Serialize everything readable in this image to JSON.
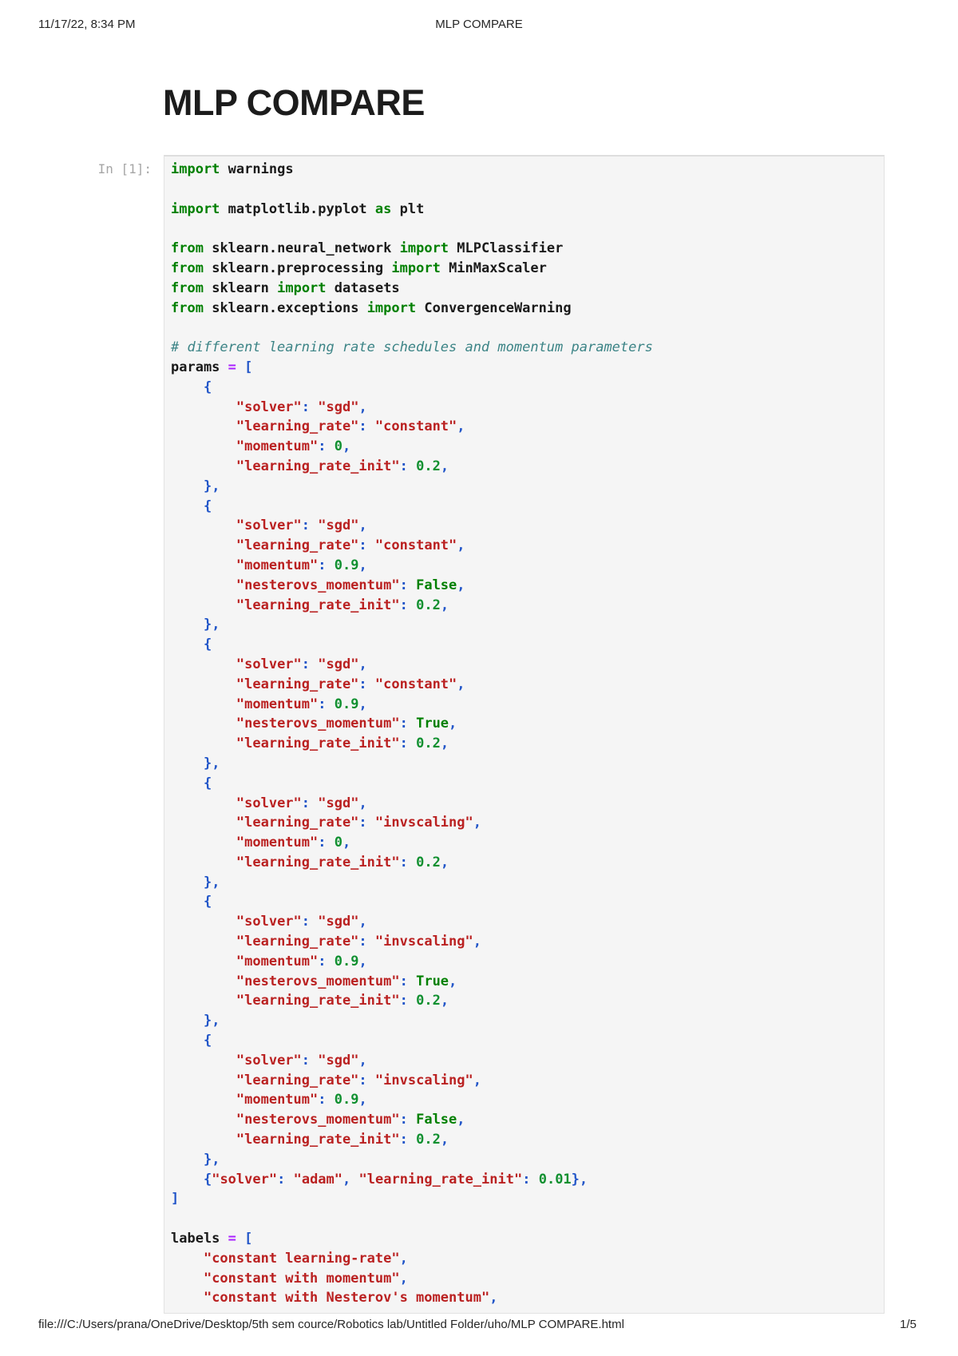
{
  "print_header": {
    "datetime": "11/17/22, 8:34 PM",
    "title": "MLP COMPARE"
  },
  "document": {
    "title": "MLP COMPARE"
  },
  "cell": {
    "prompt": "In [1]:",
    "code_lines": [
      [
        [
          "k",
          "import"
        ],
        [
          "w",
          " "
        ],
        [
          "n",
          "warnings"
        ]
      ],
      [],
      [
        [
          "k",
          "import"
        ],
        [
          "w",
          " "
        ],
        [
          "n",
          "matplotlib.pyplot"
        ],
        [
          "w",
          " "
        ],
        [
          "k",
          "as"
        ],
        [
          "w",
          " "
        ],
        [
          "n",
          "plt"
        ]
      ],
      [],
      [
        [
          "k",
          "from"
        ],
        [
          "w",
          " "
        ],
        [
          "n",
          "sklearn.neural_network"
        ],
        [
          "w",
          " "
        ],
        [
          "k",
          "import"
        ],
        [
          "w",
          " "
        ],
        [
          "n",
          "MLPClassifier"
        ]
      ],
      [
        [
          "k",
          "from"
        ],
        [
          "w",
          " "
        ],
        [
          "n",
          "sklearn.preprocessing"
        ],
        [
          "w",
          " "
        ],
        [
          "k",
          "import"
        ],
        [
          "w",
          " "
        ],
        [
          "n",
          "MinMaxScaler"
        ]
      ],
      [
        [
          "k",
          "from"
        ],
        [
          "w",
          " "
        ],
        [
          "n",
          "sklearn"
        ],
        [
          "w",
          " "
        ],
        [
          "k",
          "import"
        ],
        [
          "w",
          " "
        ],
        [
          "n",
          "datasets"
        ]
      ],
      [
        [
          "k",
          "from"
        ],
        [
          "w",
          " "
        ],
        [
          "n",
          "sklearn.exceptions"
        ],
        [
          "w",
          " "
        ],
        [
          "k",
          "import"
        ],
        [
          "w",
          " "
        ],
        [
          "n",
          "ConvergenceWarning"
        ]
      ],
      [],
      [
        [
          "c",
          "# different learning rate schedules and momentum parameters"
        ]
      ],
      [
        [
          "n",
          "params"
        ],
        [
          "w",
          " "
        ],
        [
          "o",
          "="
        ],
        [
          "w",
          " "
        ],
        [
          "p",
          "["
        ]
      ],
      [
        [
          "w",
          "    "
        ],
        [
          "p",
          "{"
        ]
      ],
      [
        [
          "w",
          "        "
        ],
        [
          "s",
          "\"solver\""
        ],
        [
          "p",
          ":"
        ],
        [
          "w",
          " "
        ],
        [
          "s",
          "\"sgd\""
        ],
        [
          "p",
          ","
        ]
      ],
      [
        [
          "w",
          "        "
        ],
        [
          "s",
          "\"learning_rate\""
        ],
        [
          "p",
          ":"
        ],
        [
          "w",
          " "
        ],
        [
          "s",
          "\"constant\""
        ],
        [
          "p",
          ","
        ]
      ],
      [
        [
          "w",
          "        "
        ],
        [
          "s",
          "\"momentum\""
        ],
        [
          "p",
          ":"
        ],
        [
          "w",
          " "
        ],
        [
          "m",
          "0"
        ],
        [
          "p",
          ","
        ]
      ],
      [
        [
          "w",
          "        "
        ],
        [
          "s",
          "\"learning_rate_init\""
        ],
        [
          "p",
          ":"
        ],
        [
          "w",
          " "
        ],
        [
          "m",
          "0.2"
        ],
        [
          "p",
          ","
        ]
      ],
      [
        [
          "w",
          "    "
        ],
        [
          "p",
          "},"
        ]
      ],
      [
        [
          "w",
          "    "
        ],
        [
          "p",
          "{"
        ]
      ],
      [
        [
          "w",
          "        "
        ],
        [
          "s",
          "\"solver\""
        ],
        [
          "p",
          ":"
        ],
        [
          "w",
          " "
        ],
        [
          "s",
          "\"sgd\""
        ],
        [
          "p",
          ","
        ]
      ],
      [
        [
          "w",
          "        "
        ],
        [
          "s",
          "\"learning_rate\""
        ],
        [
          "p",
          ":"
        ],
        [
          "w",
          " "
        ],
        [
          "s",
          "\"constant\""
        ],
        [
          "p",
          ","
        ]
      ],
      [
        [
          "w",
          "        "
        ],
        [
          "s",
          "\"momentum\""
        ],
        [
          "p",
          ":"
        ],
        [
          "w",
          " "
        ],
        [
          "m",
          "0.9"
        ],
        [
          "p",
          ","
        ]
      ],
      [
        [
          "w",
          "        "
        ],
        [
          "s",
          "\"nesterovs_momentum\""
        ],
        [
          "p",
          ":"
        ],
        [
          "w",
          " "
        ],
        [
          "k",
          "False"
        ],
        [
          "p",
          ","
        ]
      ],
      [
        [
          "w",
          "        "
        ],
        [
          "s",
          "\"learning_rate_init\""
        ],
        [
          "p",
          ":"
        ],
        [
          "w",
          " "
        ],
        [
          "m",
          "0.2"
        ],
        [
          "p",
          ","
        ]
      ],
      [
        [
          "w",
          "    "
        ],
        [
          "p",
          "},"
        ]
      ],
      [
        [
          "w",
          "    "
        ],
        [
          "p",
          "{"
        ]
      ],
      [
        [
          "w",
          "        "
        ],
        [
          "s",
          "\"solver\""
        ],
        [
          "p",
          ":"
        ],
        [
          "w",
          " "
        ],
        [
          "s",
          "\"sgd\""
        ],
        [
          "p",
          ","
        ]
      ],
      [
        [
          "w",
          "        "
        ],
        [
          "s",
          "\"learning_rate\""
        ],
        [
          "p",
          ":"
        ],
        [
          "w",
          " "
        ],
        [
          "s",
          "\"constant\""
        ],
        [
          "p",
          ","
        ]
      ],
      [
        [
          "w",
          "        "
        ],
        [
          "s",
          "\"momentum\""
        ],
        [
          "p",
          ":"
        ],
        [
          "w",
          " "
        ],
        [
          "m",
          "0.9"
        ],
        [
          "p",
          ","
        ]
      ],
      [
        [
          "w",
          "        "
        ],
        [
          "s",
          "\"nesterovs_momentum\""
        ],
        [
          "p",
          ":"
        ],
        [
          "w",
          " "
        ],
        [
          "k",
          "True"
        ],
        [
          "p",
          ","
        ]
      ],
      [
        [
          "w",
          "        "
        ],
        [
          "s",
          "\"learning_rate_init\""
        ],
        [
          "p",
          ":"
        ],
        [
          "w",
          " "
        ],
        [
          "m",
          "0.2"
        ],
        [
          "p",
          ","
        ]
      ],
      [
        [
          "w",
          "    "
        ],
        [
          "p",
          "},"
        ]
      ],
      [
        [
          "w",
          "    "
        ],
        [
          "p",
          "{"
        ]
      ],
      [
        [
          "w",
          "        "
        ],
        [
          "s",
          "\"solver\""
        ],
        [
          "p",
          ":"
        ],
        [
          "w",
          " "
        ],
        [
          "s",
          "\"sgd\""
        ],
        [
          "p",
          ","
        ]
      ],
      [
        [
          "w",
          "        "
        ],
        [
          "s",
          "\"learning_rate\""
        ],
        [
          "p",
          ":"
        ],
        [
          "w",
          " "
        ],
        [
          "s",
          "\"invscaling\""
        ],
        [
          "p",
          ","
        ]
      ],
      [
        [
          "w",
          "        "
        ],
        [
          "s",
          "\"momentum\""
        ],
        [
          "p",
          ":"
        ],
        [
          "w",
          " "
        ],
        [
          "m",
          "0"
        ],
        [
          "p",
          ","
        ]
      ],
      [
        [
          "w",
          "        "
        ],
        [
          "s",
          "\"learning_rate_init\""
        ],
        [
          "p",
          ":"
        ],
        [
          "w",
          " "
        ],
        [
          "m",
          "0.2"
        ],
        [
          "p",
          ","
        ]
      ],
      [
        [
          "w",
          "    "
        ],
        [
          "p",
          "},"
        ]
      ],
      [
        [
          "w",
          "    "
        ],
        [
          "p",
          "{"
        ]
      ],
      [
        [
          "w",
          "        "
        ],
        [
          "s",
          "\"solver\""
        ],
        [
          "p",
          ":"
        ],
        [
          "w",
          " "
        ],
        [
          "s",
          "\"sgd\""
        ],
        [
          "p",
          ","
        ]
      ],
      [
        [
          "w",
          "        "
        ],
        [
          "s",
          "\"learning_rate\""
        ],
        [
          "p",
          ":"
        ],
        [
          "w",
          " "
        ],
        [
          "s",
          "\"invscaling\""
        ],
        [
          "p",
          ","
        ]
      ],
      [
        [
          "w",
          "        "
        ],
        [
          "s",
          "\"momentum\""
        ],
        [
          "p",
          ":"
        ],
        [
          "w",
          " "
        ],
        [
          "m",
          "0.9"
        ],
        [
          "p",
          ","
        ]
      ],
      [
        [
          "w",
          "        "
        ],
        [
          "s",
          "\"nesterovs_momentum\""
        ],
        [
          "p",
          ":"
        ],
        [
          "w",
          " "
        ],
        [
          "k",
          "True"
        ],
        [
          "p",
          ","
        ]
      ],
      [
        [
          "w",
          "        "
        ],
        [
          "s",
          "\"learning_rate_init\""
        ],
        [
          "p",
          ":"
        ],
        [
          "w",
          " "
        ],
        [
          "m",
          "0.2"
        ],
        [
          "p",
          ","
        ]
      ],
      [
        [
          "w",
          "    "
        ],
        [
          "p",
          "},"
        ]
      ],
      [
        [
          "w",
          "    "
        ],
        [
          "p",
          "{"
        ]
      ],
      [
        [
          "w",
          "        "
        ],
        [
          "s",
          "\"solver\""
        ],
        [
          "p",
          ":"
        ],
        [
          "w",
          " "
        ],
        [
          "s",
          "\"sgd\""
        ],
        [
          "p",
          ","
        ]
      ],
      [
        [
          "w",
          "        "
        ],
        [
          "s",
          "\"learning_rate\""
        ],
        [
          "p",
          ":"
        ],
        [
          "w",
          " "
        ],
        [
          "s",
          "\"invscaling\""
        ],
        [
          "p",
          ","
        ]
      ],
      [
        [
          "w",
          "        "
        ],
        [
          "s",
          "\"momentum\""
        ],
        [
          "p",
          ":"
        ],
        [
          "w",
          " "
        ],
        [
          "m",
          "0.9"
        ],
        [
          "p",
          ","
        ]
      ],
      [
        [
          "w",
          "        "
        ],
        [
          "s",
          "\"nesterovs_momentum\""
        ],
        [
          "p",
          ":"
        ],
        [
          "w",
          " "
        ],
        [
          "k",
          "False"
        ],
        [
          "p",
          ","
        ]
      ],
      [
        [
          "w",
          "        "
        ],
        [
          "s",
          "\"learning_rate_init\""
        ],
        [
          "p",
          ":"
        ],
        [
          "w",
          " "
        ],
        [
          "m",
          "0.2"
        ],
        [
          "p",
          ","
        ]
      ],
      [
        [
          "w",
          "    "
        ],
        [
          "p",
          "},"
        ]
      ],
      [
        [
          "w",
          "    "
        ],
        [
          "p",
          "{"
        ],
        [
          "s",
          "\"solver\""
        ],
        [
          "p",
          ":"
        ],
        [
          "w",
          " "
        ],
        [
          "s",
          "\"adam\""
        ],
        [
          "p",
          ","
        ],
        [
          "w",
          " "
        ],
        [
          "s",
          "\"learning_rate_init\""
        ],
        [
          "p",
          ":"
        ],
        [
          "w",
          " "
        ],
        [
          "m",
          "0.01"
        ],
        [
          "p",
          "},"
        ]
      ],
      [
        [
          "p",
          "]"
        ]
      ],
      [],
      [
        [
          "n",
          "labels"
        ],
        [
          "w",
          " "
        ],
        [
          "o",
          "="
        ],
        [
          "w",
          " "
        ],
        [
          "p",
          "["
        ]
      ],
      [
        [
          "w",
          "    "
        ],
        [
          "s",
          "\"constant learning-rate\""
        ],
        [
          "p",
          ","
        ]
      ],
      [
        [
          "w",
          "    "
        ],
        [
          "s",
          "\"constant with momentum\""
        ],
        [
          "p",
          ","
        ]
      ],
      [
        [
          "w",
          "    "
        ],
        [
          "s",
          "\"constant with Nesterov's momentum\""
        ],
        [
          "p",
          ","
        ]
      ]
    ]
  },
  "print_footer": {
    "path": "file:///C:/Users/prana/OneDrive/Desktop/5th sem cource/Robotics lab/Untitled Folder/uho/MLP COMPARE.html",
    "page": "1/5"
  },
  "colors": {
    "keyword": "#008000",
    "string": "#BA2121",
    "comment": "#3c8486",
    "number": "#109030",
    "operator": "#AA22FF",
    "punctuation": "#2155c8",
    "cell_background": "#f5f5f5",
    "cell_border": "#e2e2e2",
    "prompt_gray": "#a6a6a6"
  }
}
